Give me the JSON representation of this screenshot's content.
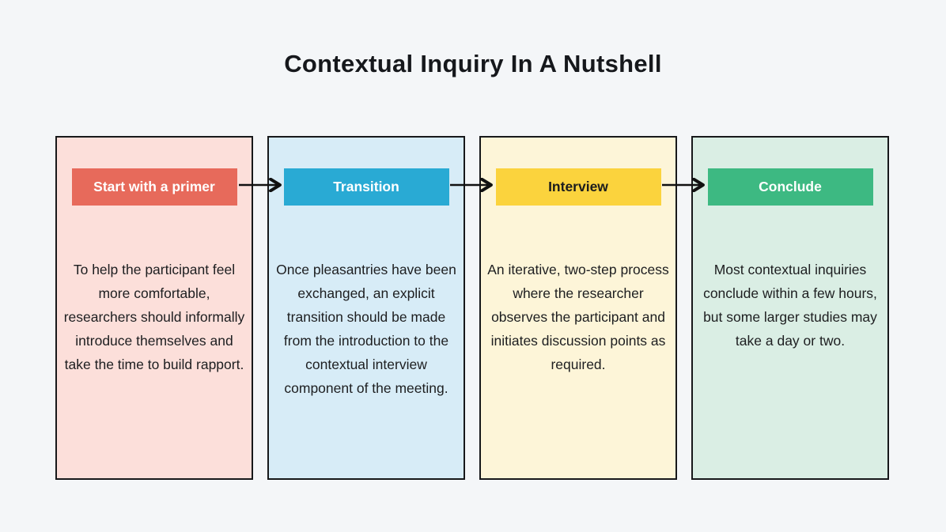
{
  "page": {
    "background": "#f4f6f8",
    "title": "Contextual Inquiry In A Nutshell"
  },
  "steps": [
    {
      "label": "Start with a primer",
      "description": "To help the participant feel more comfortable, researchers should informally introduce themselves and take the time to build rapport.",
      "card_bg": "#fcdfda",
      "header_bg": "#e76a5b",
      "header_text_color": "#ffffff"
    },
    {
      "label": "Transition",
      "description": "Once pleasantries have been exchanged, an explicit transition should be made from the introduction to the contextual interview component of the meeting.",
      "card_bg": "#d7ecf7",
      "header_bg": "#29aad4",
      "header_text_color": "#ffffff"
    },
    {
      "label": "Interview",
      "description": "An iterative, two-step process where the researcher observes the participant and initiates discussion points as required.",
      "card_bg": "#fdf5d8",
      "header_bg": "#fbd33d",
      "header_text_color": "#1b1c1e"
    },
    {
      "label": "Conclude",
      "description": "Most contextual inquiries conclude within a few hours, but some larger studies may take a day or two.",
      "card_bg": "#daeee4",
      "header_bg": "#3db982",
      "header_text_color": "#ffffff"
    }
  ],
  "arrow_color": "#111111",
  "border_color": "#17181a"
}
